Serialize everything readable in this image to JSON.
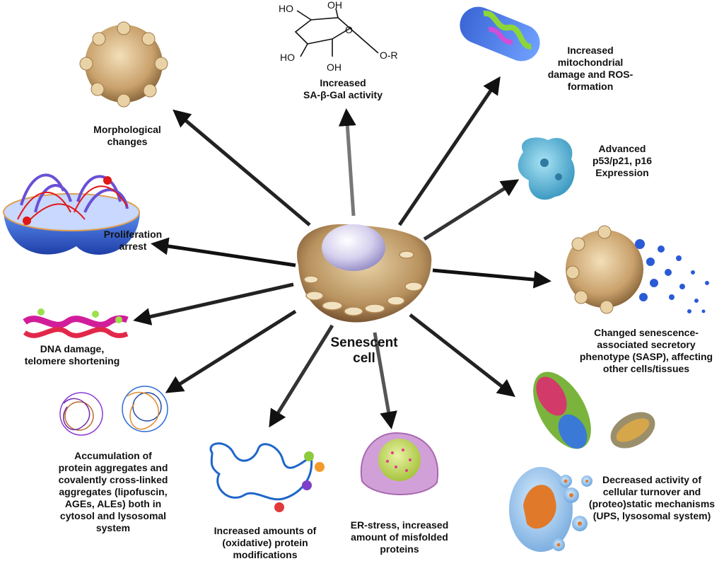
{
  "center": {
    "lines": [
      "Senescent",
      "cell"
    ]
  },
  "hallmarks": [
    {
      "id": "morphology",
      "lines": [
        "Morphological",
        "changes"
      ]
    },
    {
      "id": "sa-gal",
      "lines": [
        "Increased",
        "SA-β-Gal activity"
      ]
    },
    {
      "id": "mitochondria",
      "lines": [
        "Increased",
        "mitochondrial",
        "damage and ROS-",
        "formation"
      ]
    },
    {
      "id": "p53",
      "lines": [
        "Advanced",
        "p53/p21, p16",
        "Expression"
      ]
    },
    {
      "id": "sasp",
      "lines": [
        "Changed senescence-",
        "associated secretory",
        "phenotype (SASP), affecting",
        "other cells/tissues"
      ]
    },
    {
      "id": "turnover",
      "lines": [
        "Decreased activity of",
        "cellular turnover and",
        "(proteo)static mechanisms",
        "(UPS, lysosomal system)"
      ]
    },
    {
      "id": "er-stress",
      "lines": [
        "ER-stress, increased",
        "amount of misfolded",
        "proteins"
      ]
    },
    {
      "id": "oxidative",
      "lines": [
        "Increased amounts of",
        "(oxidative) protein",
        "modifications"
      ]
    },
    {
      "id": "aggregates",
      "lines": [
        "Accumulation of",
        "protein aggregates and",
        "covalently cross-linked",
        "aggregates (lipofuscin,",
        "AGEs, ALEs) both in",
        "cytosol and lysosomal",
        "system"
      ]
    },
    {
      "id": "dna",
      "lines": [
        "DNA damage,",
        "telomere shortening"
      ]
    },
    {
      "id": "proliferation",
      "lines": [
        "Proliferation",
        "arrest"
      ]
    }
  ],
  "molecule": {
    "ho1": "HO",
    "oh1": "OH",
    "ring_o": "O",
    "ho2": "HO",
    "oh2": "OH",
    "or": "O-R"
  },
  "colors": {
    "arrow_dark": "#111111",
    "arrow_light": "#cfcfcf",
    "cell_body": "#b08a5a",
    "nucleus": "#d8d2ee",
    "membrane_blue": "#3b6fd8"
  }
}
